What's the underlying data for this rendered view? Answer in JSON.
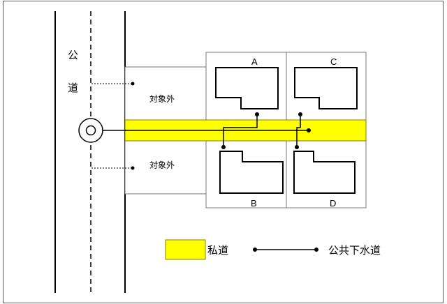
{
  "road": {
    "char1": "公",
    "char2": "道"
  },
  "excluded": {
    "upper": "対象外",
    "lower": "対象外"
  },
  "lots": {
    "a": "A",
    "b": "B",
    "c": "C",
    "d": "D"
  },
  "legend": {
    "private_road": "私道",
    "public_sewer": "公共下水道"
  },
  "colors": {
    "private_road_fill": "#ffff00",
    "private_road_stroke": "#808000",
    "line": "#000000"
  }
}
